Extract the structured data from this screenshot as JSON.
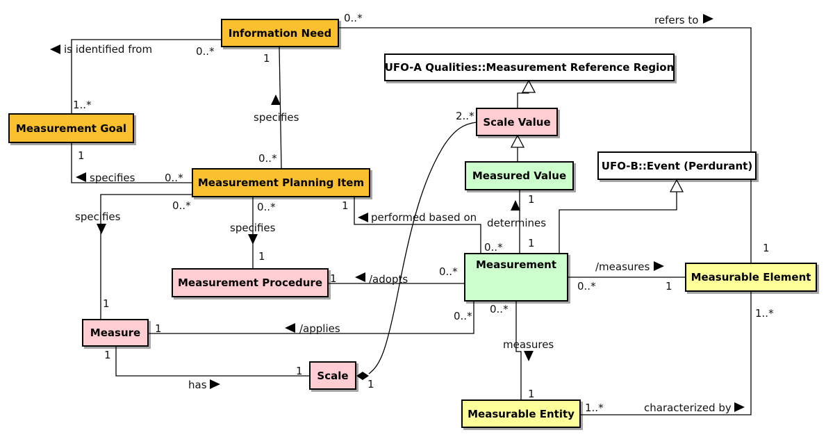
{
  "colors": {
    "goal": "#FBC02D",
    "procedure": "#FFCDD2",
    "measured": "#CCFFCC",
    "element": "#FFFF99",
    "ufo": "#FFFFFF"
  },
  "classes": {
    "information_need": "Information Need",
    "measurement_goal": "Measurement Goal",
    "measurement_planning_item": "Measurement Planning Item",
    "ufo_region": "UFO-A Qualities::Measurement Reference Region",
    "scale_value": "Scale Value",
    "measured_value": "Measured Value",
    "ufo_event": "UFO-B::Event (Perdurant)",
    "measurement": "Measurement",
    "measurement_procedure": "Measurement Procedure",
    "measure": "Measure",
    "scale": "Scale",
    "measurable_element": "Measurable Element",
    "measurable_entity": "Measurable Entity"
  },
  "associations": {
    "refers_to": "refers to",
    "is_identified_from": "is identified from",
    "specifies_need": "specifies",
    "specifies_goal": "specifies",
    "specifies_measure": "specifies",
    "specifies_procedure": "specifies",
    "performed_based_on": "performed based on",
    "determines": "determines",
    "adopts": "/adopts",
    "measures_derived": "/measures",
    "applies": "/applies",
    "measures": "measures",
    "has": "has",
    "characterized_by": "characterized by"
  },
  "multiplicities": {
    "in_refers": "0..*",
    "in_identified": "0..*",
    "in_specifies": "1",
    "goal_identified": "1..*",
    "goal_specifies": "1",
    "sv_region": "2..*",
    "mpi_need": "0..*",
    "mpi_goal": "0..*",
    "mpi_measure": "0..*",
    "mpi_proc": "0..*",
    "mpi_performed": "1",
    "mv_determines": "1",
    "m_determines": "1",
    "m_performed": "0..*",
    "m_adopts": "0..*",
    "m_measures_derived": "0..*",
    "m_applies": "0..*",
    "m_measures": "0..*",
    "proc_specifies": "1",
    "proc_adopts": "1",
    "measure_specifies": "1",
    "measure_applies": "1",
    "measure_has": "1",
    "scale_has": "1",
    "scale_values": "1",
    "me_refers": "1",
    "me_measures_derived": "1",
    "me_characterized": "1..*",
    "ent_measures": "1",
    "ent_characterized": "1..*"
  }
}
